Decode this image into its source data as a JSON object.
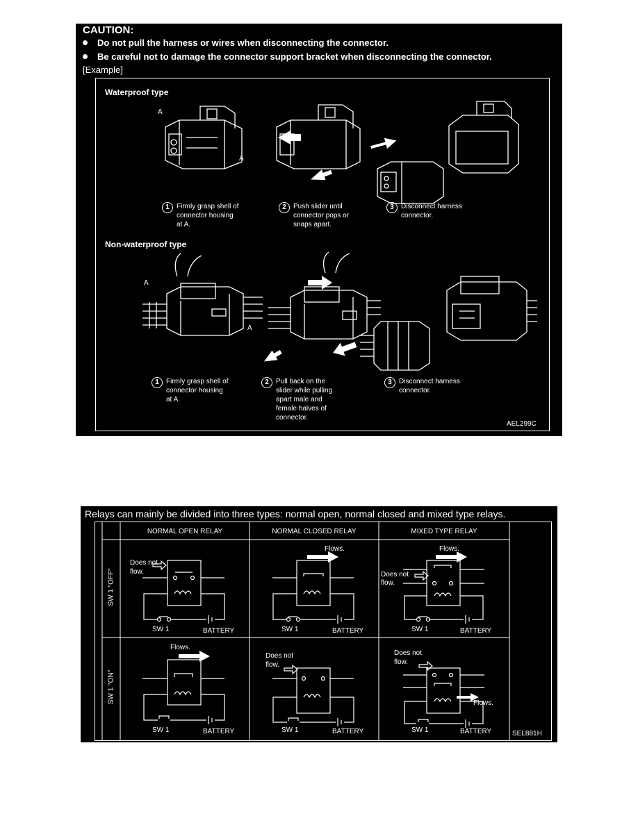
{
  "caution": {
    "heading": "CAUTION:",
    "items": [
      "Do not pull the harness or wires when disconnecting the connector.",
      "Be careful not to damage the connector support bracket when disconnecting the connector."
    ],
    "example_label": "[Example]"
  },
  "connectors": {
    "waterproof": {
      "title": "Waterproof type",
      "marker": "A",
      "steps": [
        {
          "num": "1",
          "lines": [
            "Firmly grasp shell of",
            "connector housing",
            "at A."
          ]
        },
        {
          "num": "2",
          "lines": [
            "Push slider until",
            "connector pops or",
            "snaps apart."
          ]
        },
        {
          "num": "3",
          "lines": [
            "Disconnect harness",
            "connector."
          ]
        }
      ]
    },
    "nonwaterproof": {
      "title": "Non-waterproof type",
      "marker": "A",
      "steps": [
        {
          "num": "1",
          "lines": [
            "Firmly grasp shell of",
            "connector housing",
            "at A."
          ]
        },
        {
          "num": "2",
          "lines": [
            "Pull back on the",
            "slider while pulling",
            "apart male and",
            "female halves of",
            "connector."
          ]
        },
        {
          "num": "3",
          "lines": [
            "Disconnect harness",
            "connector."
          ]
        }
      ]
    },
    "code": "AEL299C"
  },
  "relays": {
    "heading": "Relays can mainly be divided into three types: normal open, normal closed and mixed type relays.",
    "columns": [
      "NORMAL OPEN RELAY",
      "NORMAL CLOSED RELAY",
      "MIXED TYPE RELAY"
    ],
    "rows": [
      "SW 1 \"OFF\"",
      "SW 1 \"ON\""
    ],
    "labels": {
      "flows": "Flows.",
      "does_not": "Does not",
      "flow": "flow.",
      "sw1": "SW 1",
      "battery": "BATTERY"
    },
    "code": "SEL881H"
  }
}
